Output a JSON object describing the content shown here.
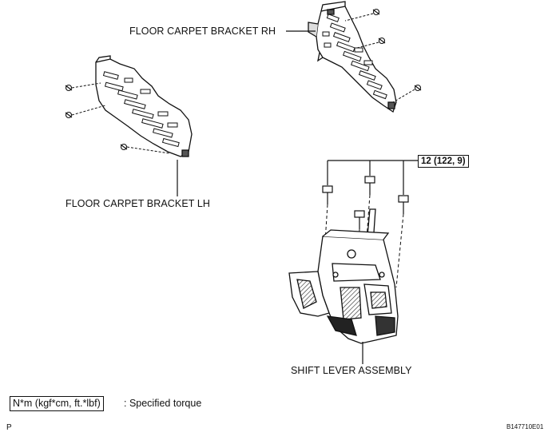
{
  "labels": {
    "floor_carpet_bracket_rh": "FLOOR CARPET BRACKET RH",
    "floor_carpet_bracket_lh": "FLOOR CARPET BRACKET LH",
    "shift_lever_assembly": "SHIFT LEVER ASSEMBLY"
  },
  "torque": {
    "value": "12 (122, 9)"
  },
  "legend": {
    "unit_box": "N*m (kgf*cm, ft.*lbf)",
    "description": ": Specified torque"
  },
  "footer": {
    "page_marker": "P",
    "figure_id": "B147710E01"
  }
}
